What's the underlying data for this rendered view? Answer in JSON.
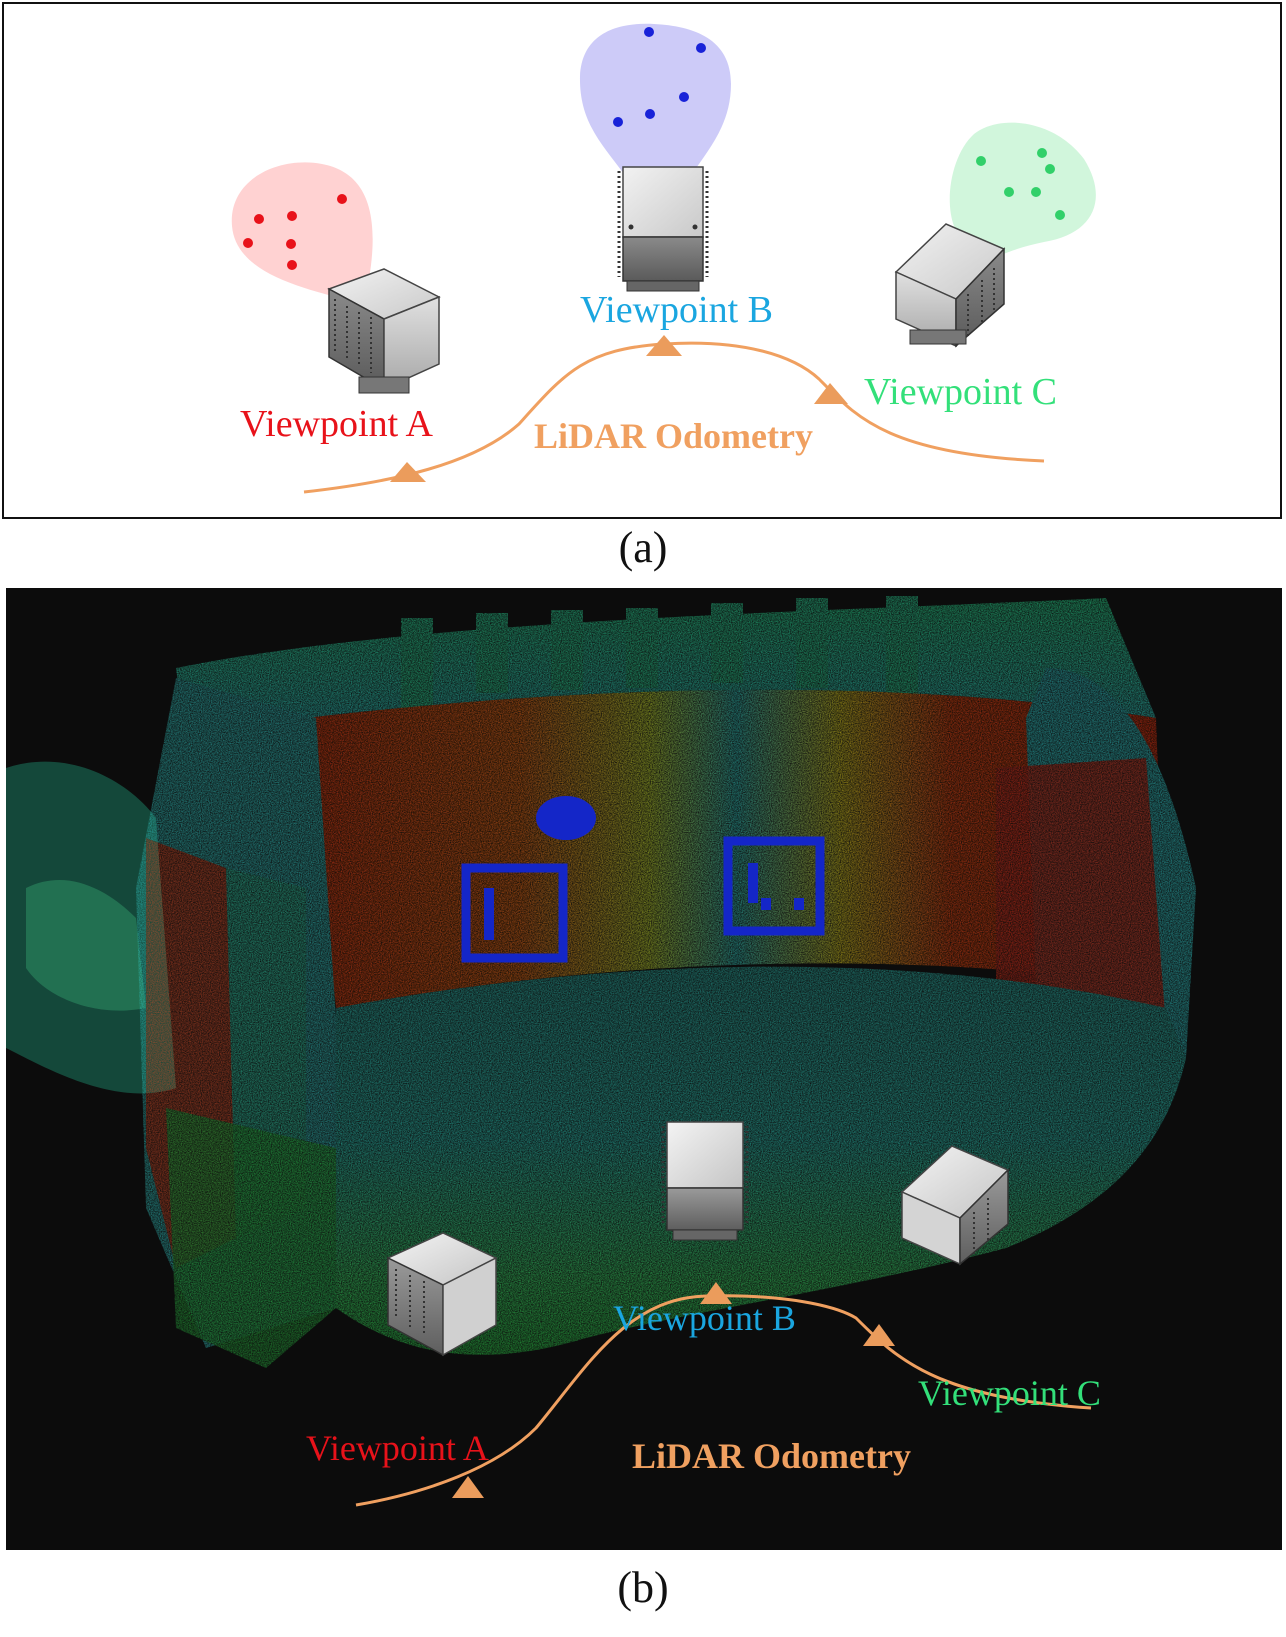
{
  "panel_a": {
    "viewpoint_a": "Viewpoint A",
    "viewpoint_b": "Viewpoint B",
    "viewpoint_c": "Viewpoint C",
    "odometry": "LiDAR Odometry",
    "caption": "(a)"
  },
  "panel_b": {
    "viewpoint_a": "Viewpoint A",
    "viewpoint_b": "Viewpoint B",
    "viewpoint_c": "Viewpoint C",
    "odometry": "LiDAR Odometry",
    "caption": "(b)"
  },
  "colors": {
    "viewpoint_a": "#e8121a",
    "viewpoint_b": "#1aa6e0",
    "viewpoint_c": "#33e07a",
    "odometry": "#f0a060",
    "marker": "#eb9c5c"
  },
  "icons": [
    "lidar-sensor-icon",
    "field-of-view-icon",
    "pose-marker-icon"
  ]
}
